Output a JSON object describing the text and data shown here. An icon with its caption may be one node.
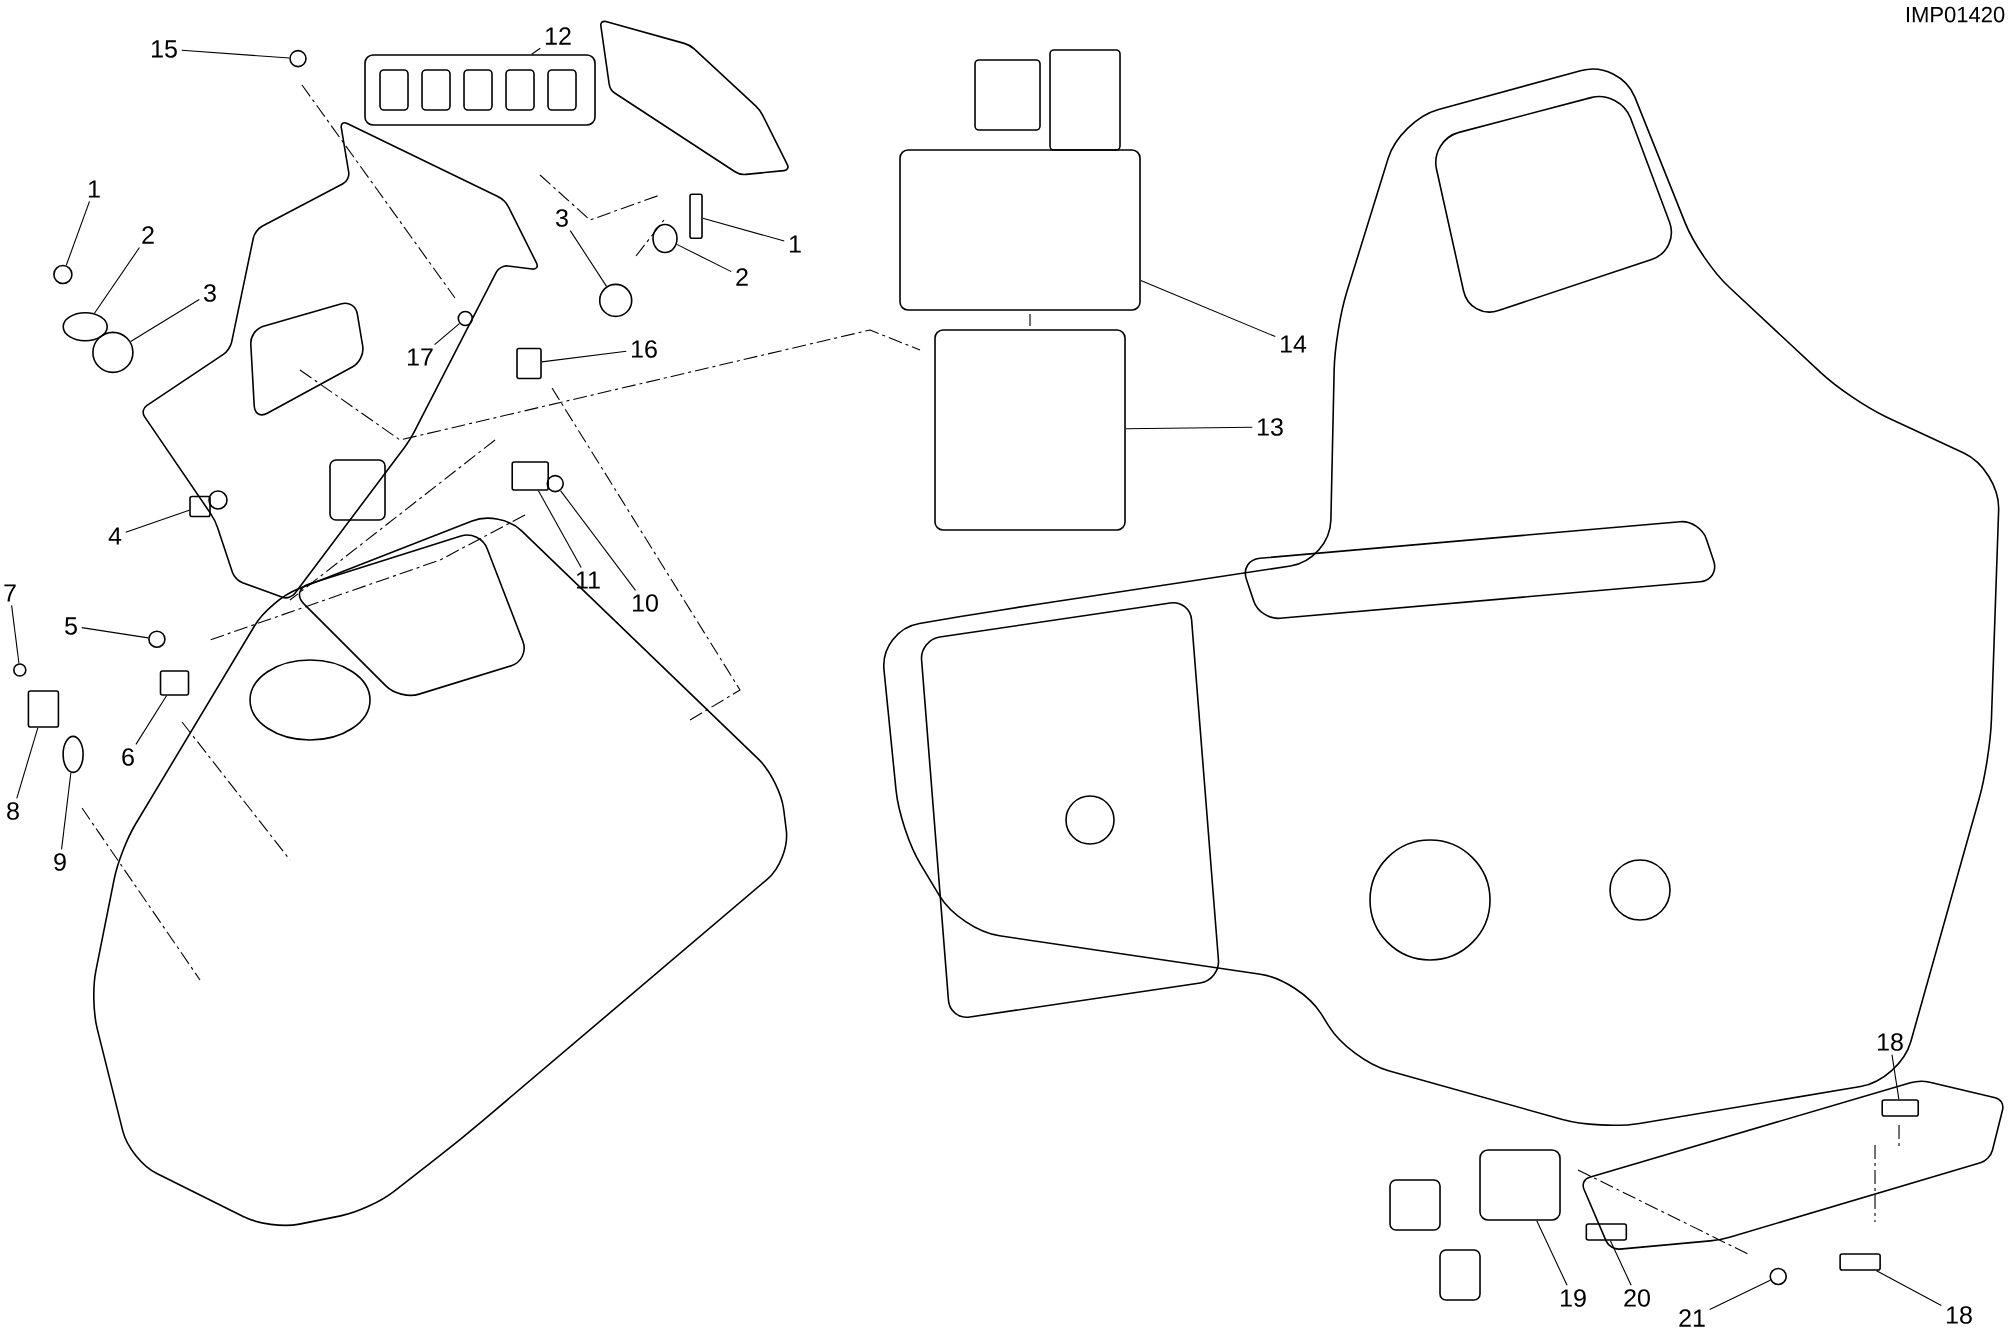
{
  "diagram": {
    "nodes": [
      {
        "text": [
          "15"
        ]
      },
      {
        "text": [
          "12"
        ]
      },
      {
        "text": [
          "1"
        ]
      },
      {
        "text": [
          "2"
        ]
      },
      {
        "text": [
          "3"
        ]
      },
      {
        "text": [
          "4"
        ]
      },
      {
        "text": [
          "3"
        ]
      },
      {
        "text": [
          "1"
        ]
      },
      {
        "text": [
          "2"
        ]
      },
      {
        "text": [
          "16"
        ]
      },
      {
        "text": [
          "17"
        ]
      },
      {
        "text": [
          "14"
        ]
      },
      {
        "text": [
          "13"
        ]
      },
      {
        "text": [
          "11"
        ]
      },
      {
        "text": [
          "10"
        ]
      },
      {
        "text": [
          "7"
        ]
      },
      {
        "text": [
          "5"
        ]
      },
      {
        "text": [
          "6"
        ]
      },
      {
        "text": [
          "8"
        ]
      },
      {
        "text": [
          "9"
        ]
      },
      {
        "text": [
          "18"
        ]
      },
      {
        "text": [
          "19"
        ]
      },
      {
        "text": [
          "20"
        ]
      },
      {
        "text": [
          "21"
        ]
      },
      {
        "text": [
          "18"
        ]
      },
      {
        "text": [],
        "shape": "circle"
      },
      {
        "text": [],
        "shape": "box"
      },
      {
        "text": [],
        "shape": "circle"
      },
      {
        "text": [],
        "shape": "circle"
      },
      {
        "text": [],
        "shape": "circle"
      },
      {
        "text": [],
        "shape": "box"
      },
      {
        "text": [],
        "shape": "circle"
      },
      {
        "text": [],
        "shape": "box"
      },
      {
        "text": [],
        "shape": "circle"
      },
      {
        "text": [],
        "shape": "box"
      },
      {
        "text": [],
        "shape": "circle"
      },
      {
        "text": [],
        "shape": "box"
      },
      {
        "text": [],
        "shape": "box"
      },
      {
        "text": [],
        "shape": "box"
      },
      {
        "text": [],
        "shape": "circle"
      },
      {
        "text": [],
        "shape": "circle"
      },
      {
        "text": [],
        "shape": "circle"
      },
      {
        "text": [],
        "shape": "box"
      },
      {
        "text": [],
        "shape": "box"
      },
      {
        "text": [],
        "shape": "circle"
      },
      {
        "text": [],
        "shape": "box"
      },
      {
        "text": [],
        "shape": "box"
      },
      {
        "text": [],
        "shape": "box"
      },
      {
        "text": [],
        "shape": "circle"
      },
      {
        "text": [],
        "shape": "box"
      }
    ],
    "edges": [
      {
        "from": 0,
        "to": 25,
        "arrow": "none"
      },
      {
        "from": 1,
        "to": 26,
        "arrow": "none"
      },
      {
        "from": 2,
        "to": 27,
        "arrow": "none"
      },
      {
        "from": 3,
        "to": 28,
        "arrow": "none"
      },
      {
        "from": 4,
        "to": 29,
        "arrow": "none"
      },
      {
        "from": 5,
        "to": 30,
        "arrow": "none"
      },
      {
        "from": 6,
        "to": 31,
        "arrow": "none"
      },
      {
        "from": 7,
        "to": 32,
        "arrow": "none"
      },
      {
        "from": 8,
        "to": 33,
        "arrow": "none"
      },
      {
        "from": 9,
        "to": 34,
        "arrow": "none"
      },
      {
        "from": 10,
        "to": 35,
        "arrow": "none"
      },
      {
        "from": 11,
        "to": 36,
        "arrow": "none"
      },
      {
        "from": 12,
        "to": 37,
        "arrow": "none"
      },
      {
        "from": 13,
        "to": 38,
        "arrow": "none"
      },
      {
        "from": 14,
        "to": 39,
        "arrow": "none"
      },
      {
        "from": 15,
        "to": 40,
        "arrow": "none"
      },
      {
        "from": 16,
        "to": 41,
        "arrow": "none"
      },
      {
        "from": 17,
        "to": 42,
        "arrow": "none"
      },
      {
        "from": 18,
        "to": 43,
        "arrow": "none"
      },
      {
        "from": 19,
        "to": 44,
        "arrow": "none"
      },
      {
        "from": 20,
        "to": 45,
        "arrow": "none"
      },
      {
        "from": 21,
        "to": 46,
        "arrow": "none"
      },
      {
        "from": 22,
        "to": 47,
        "arrow": "none"
      },
      {
        "from": 23,
        "to": 48,
        "arrow": "none"
      },
      {
        "from": 24,
        "to": 49,
        "arrow": "none"
      }
    ],
    "labels": [
      "IMP01420"
    ]
  }
}
